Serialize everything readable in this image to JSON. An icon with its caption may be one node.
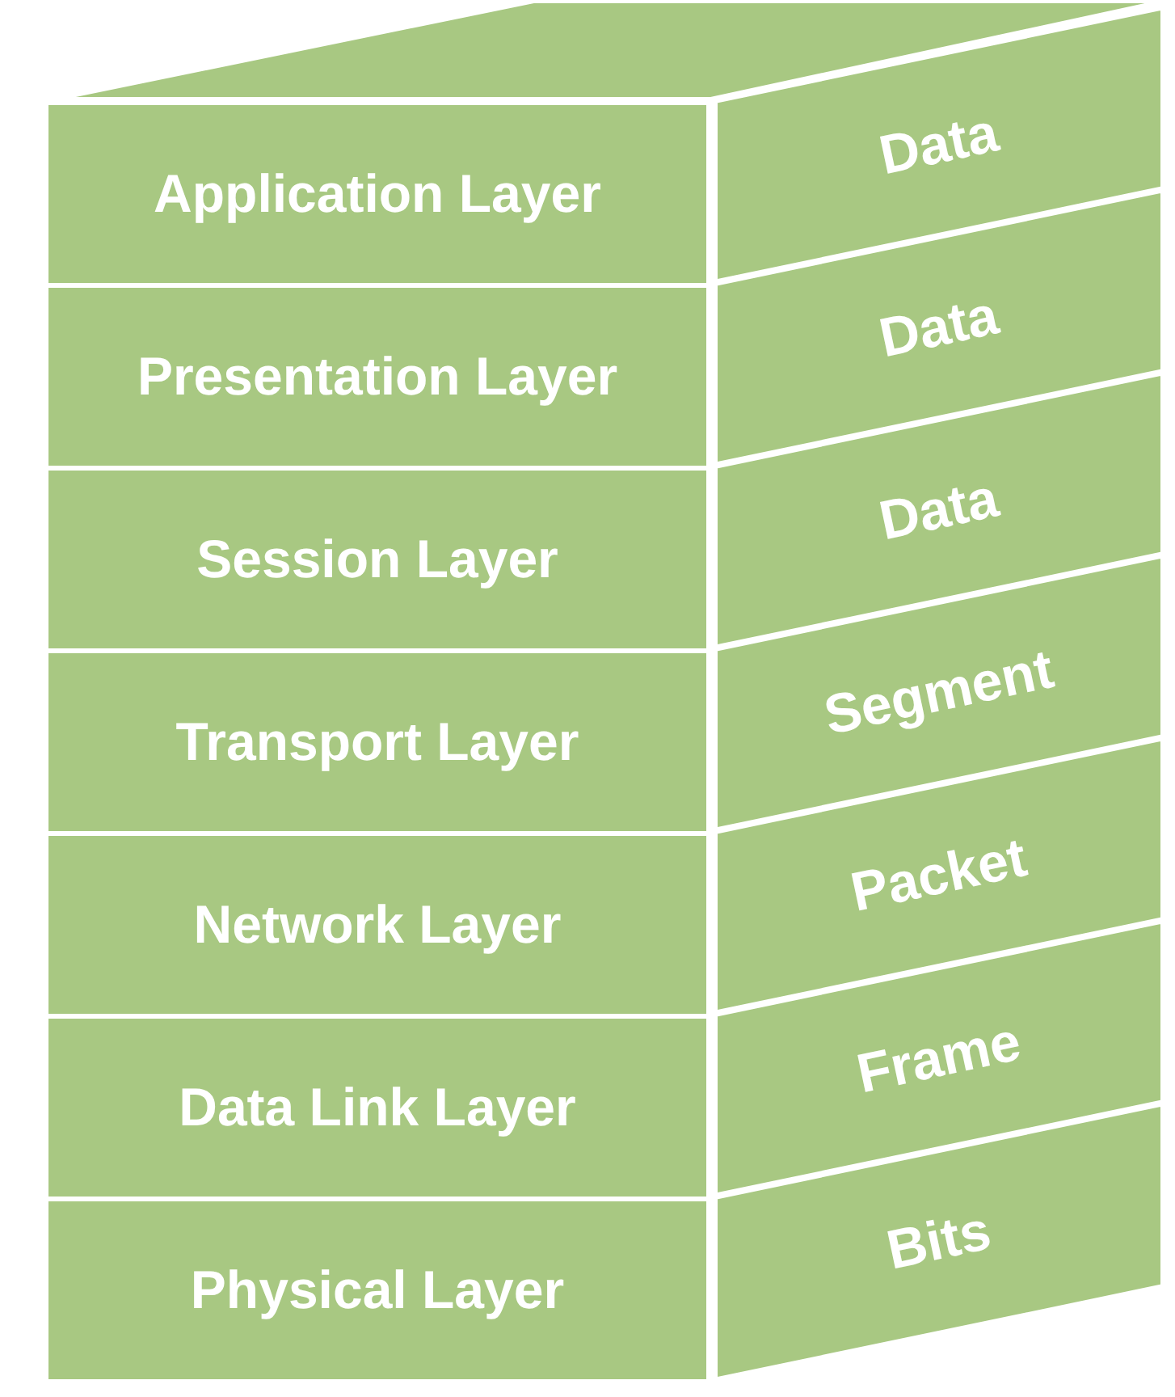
{
  "diagram": {
    "nodes": [
      {
        "text": [
          "Application Layer"
        ]
      },
      {
        "text": [
          "Data"
        ]
      },
      {
        "text": [
          "Presentation Layer"
        ]
      },
      {
        "text": [
          "Data"
        ]
      },
      {
        "text": [
          "Session Layer"
        ]
      },
      {
        "text": [
          "Data"
        ]
      },
      {
        "text": [
          "Transport Layer"
        ]
      },
      {
        "text": [
          "Segment"
        ]
      },
      {
        "text": [
          "Network Layer"
        ]
      },
      {
        "text": [
          "Packet"
        ]
      },
      {
        "text": [
          "Data Link Layer"
        ]
      },
      {
        "text": [
          "Frame"
        ]
      },
      {
        "text": [
          "Physical Layer"
        ]
      },
      {
        "text": [
          "Bits"
        ]
      }
    ]
  }
}
